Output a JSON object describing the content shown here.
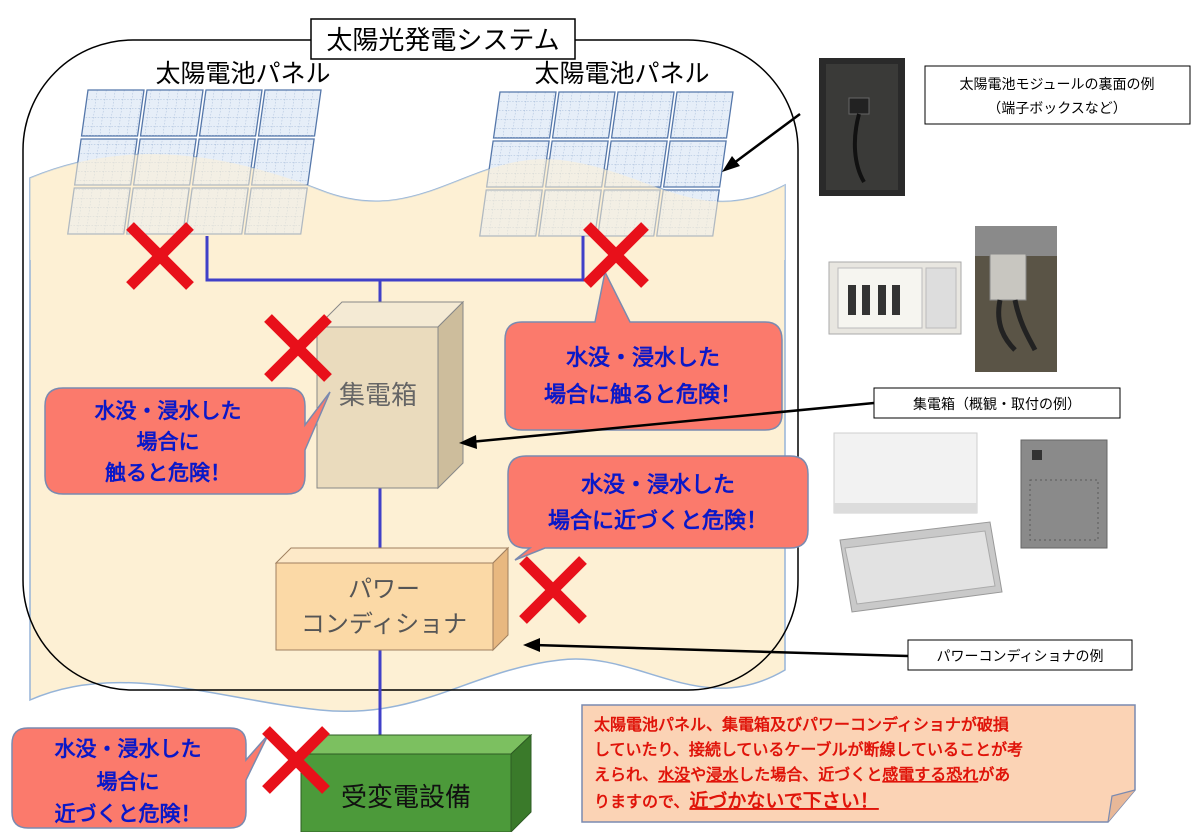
{
  "system_title": "太陽光発電システム",
  "panel_labels": [
    "太陽電池パネル",
    "太陽電池パネル"
  ],
  "combiner_box_label": "集電箱",
  "pcs_label_lines": [
    "パワー",
    "コンディショナ"
  ],
  "substation_label": "受変電設備",
  "callouts": {
    "panel_right": [
      "水没・浸水した",
      "場合に触ると危険！"
    ],
    "combiner": [
      "水没・浸水した",
      "場合に",
      "触ると危険！"
    ],
    "pcs": [
      "水没・浸水した",
      "場合に近づくと危険！"
    ],
    "substation": [
      "水没・浸水した",
      "場合に",
      "近づくと危険！"
    ]
  },
  "photo_captions": {
    "module_back": [
      "太陽電池モジュールの裏面の例",
      "（端子ボックスなど）"
    ],
    "combiner": "集電箱（概観・取付の例）",
    "pcs": "パワーコンディショナの例"
  },
  "warning_note": {
    "line1": "太陽電池パネル、集電箱及びパワーコンディショナが破損",
    "line2": "していたり、接続しているケーブルが断線していることが考",
    "line3_a": "えられ、",
    "line3_b": "水没",
    "line3_c": "や",
    "line3_d": "浸水",
    "line3_e": "した場合、近づくと",
    "line3_f": "感電する恐れ",
    "line3_g": "があ",
    "line4_a": "りますので、",
    "line4_b": "近づかないで下さい！"
  },
  "colors": {
    "flood": "#fdf0d4",
    "panel_fill": "#dce8f5",
    "panel_stroke": "#5577aa",
    "wire": "#4040c8",
    "callout_fill": "#fb7a6c",
    "callout_text": "#0a18c8",
    "cross": "#e8101a",
    "pcs_fill": "#fbd9a6",
    "combiner_fill": "#eadbbd",
    "substation_fill": "#4c9a3a",
    "note_fill": "#fbd3b5",
    "note_text": "#e0140a"
  }
}
